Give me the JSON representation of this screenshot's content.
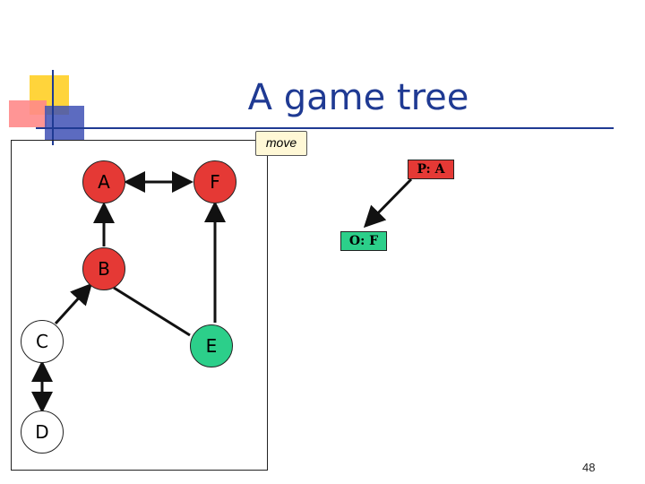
{
  "slide": {
    "title": "A game tree",
    "callout": "move",
    "page_number": "48"
  },
  "colors": {
    "title_blue": "#1f3a93",
    "red": "#e53935",
    "green": "#2ccf8a",
    "white": "#ffffff",
    "deco_yellow": "#ffd43b",
    "deco_pink": "#ff6b6b",
    "deco_blue": "#3f51b5"
  },
  "nodes": [
    {
      "id": "A",
      "label": "A",
      "color": "red"
    },
    {
      "id": "F",
      "label": "F",
      "color": "red"
    },
    {
      "id": "B",
      "label": "B",
      "color": "red"
    },
    {
      "id": "C",
      "label": "C",
      "color": "white"
    },
    {
      "id": "E",
      "label": "E",
      "color": "green"
    },
    {
      "id": "D",
      "label": "D",
      "color": "white"
    }
  ],
  "boxes": [
    {
      "id": "PA",
      "label": "P: A",
      "color": "red"
    },
    {
      "id": "OF",
      "label": "O: F",
      "color": "green"
    }
  ]
}
